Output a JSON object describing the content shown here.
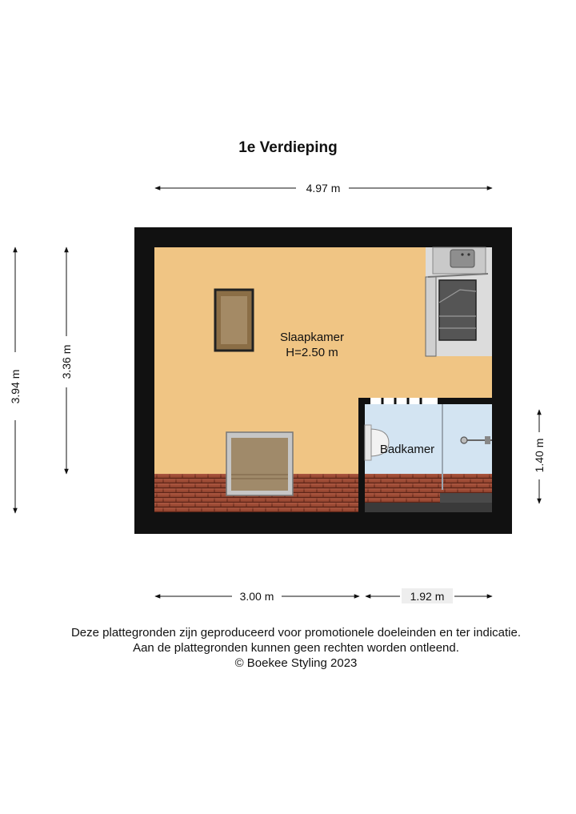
{
  "title": "1e Verdieping",
  "dimensions": {
    "top_width": "4.97 m",
    "left_outer": "3.94 m",
    "left_inner": "3.36 m",
    "right_bath": "1.40 m",
    "bottom_left": "3.00 m",
    "bottom_right": "1.92 m"
  },
  "rooms": {
    "slaapkamer": {
      "name": "Slaapkamer",
      "height": "H=2.50 m"
    },
    "badkamer": {
      "name": "Badkamer"
    }
  },
  "disclaimer": {
    "line1": "Deze plattegronden zijn geproduceerd voor promotionele doeleinden en ter indicatie.",
    "line2": "Aan de plattegronden kunnen geen rechten worden ontleend.",
    "line3": "© Boekee Styling 2023"
  },
  "colors": {
    "wall": "#111111",
    "floor_bedroom": "#f0c584",
    "floor_bathroom": "#d3e4f2",
    "roof_tiles": "#9c4a34"
  }
}
